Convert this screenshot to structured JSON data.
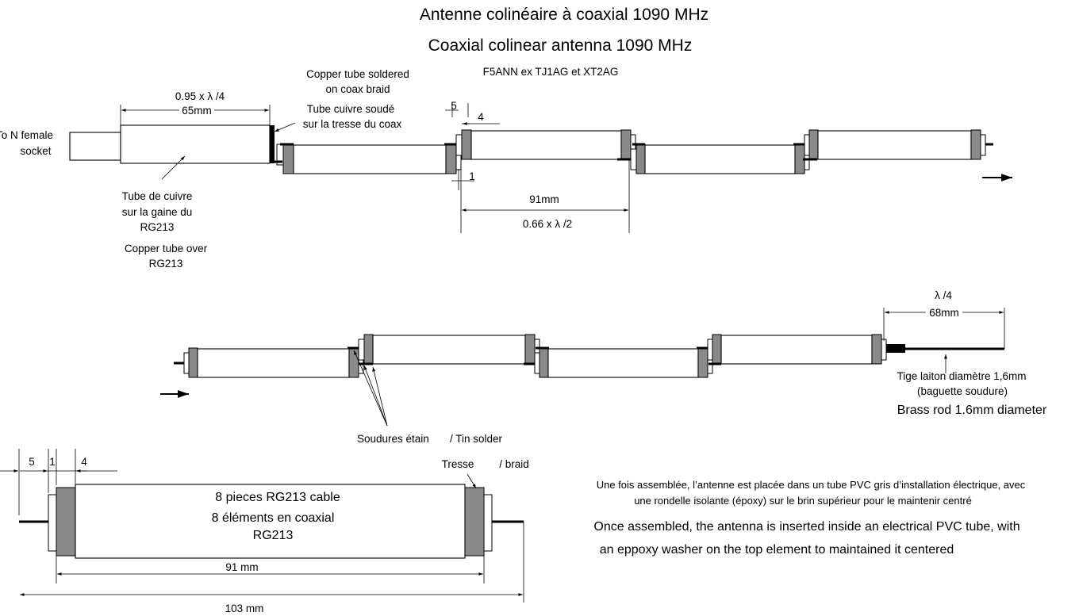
{
  "titles": {
    "french": "Antenne colinéaire à coaxial 1090 MHz",
    "english": "Coaxial colinear antenna 1090 MHz",
    "author": "F5ANN ex TJ1AG et XT2AG"
  },
  "top_row": {
    "n_socket": [
      "To N female",
      "socket"
    ],
    "feed_dim_top": "0.95 x λ /4",
    "feed_dim_mm": "65mm",
    "copper_tube_en": [
      "Copper tube soldered",
      "on coax braid"
    ],
    "copper_tube_fr": [
      "Tube cuivre soudé",
      "sur la tresse du coax"
    ],
    "copper_sheath_fr": [
      "Tube de cuivre",
      "sur la gaine du",
      "RG213"
    ],
    "copper_sheath_en": [
      "Copper tube over",
      "RG213"
    ],
    "gap_5": "5",
    "gap_4": "4",
    "gap_1": "1",
    "element_mm": "91mm",
    "element_lambda": "0.66 x λ /2"
  },
  "middle_row": {
    "tip_lambda": "λ /4",
    "tip_mm": "68mm",
    "brass_fr": [
      "Tige laiton diamètre 1,6mm",
      "(baguette soudure)"
    ],
    "brass_en": "Brass rod 1.6mm diameter",
    "solder_fr": "Soudures étain",
    "solder_en": "/ Tin solder"
  },
  "detail": {
    "dim_5": "5",
    "dim_1": "1",
    "dim_4": "4",
    "tresse": "Tresse",
    "braid": "/ braid",
    "line1": "8 pieces RG213 cable",
    "line2": "8 éléments en coaxial",
    "line3": "RG213",
    "inner_mm": "91 mm",
    "overall_mm": "103  mm"
  },
  "notes": {
    "fr": [
      "Une fois assemblée, l’antenne est placée dans un tube PVC gris d’installation électrique, avec",
      "une rondelle isolante (époxy) sur le brin supérieur pour le maintenir centré"
    ],
    "en": [
      "Once assembled, the antenna is inserted inside an electrical PVC tube, with",
      "an eppoxy washer on the top element to maintained it centered"
    ]
  }
}
